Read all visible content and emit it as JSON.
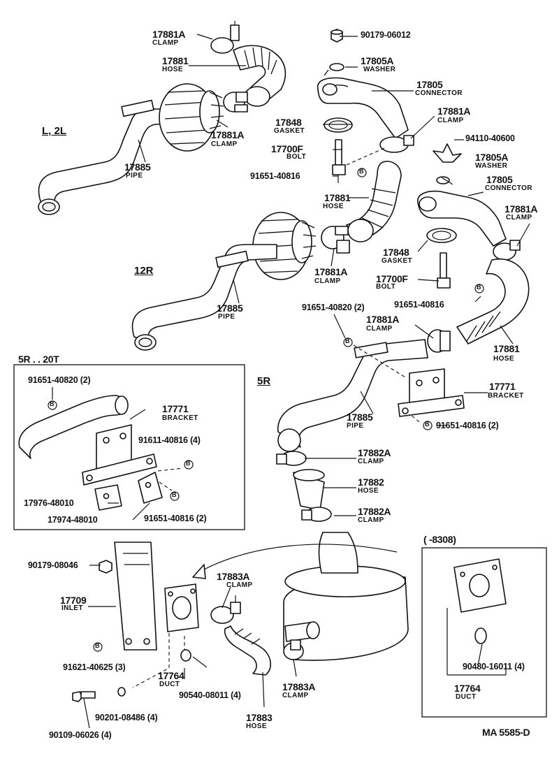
{
  "sections": {
    "l2l": "L, 2L",
    "r12": "12R",
    "r5": "5R",
    "r5_20t": "5R . . 20T",
    "upto_8308": "(      -8308)"
  },
  "callouts": [
    {
      "id": "c1",
      "part": "17881A",
      "name": "CLAMP"
    },
    {
      "id": "c2",
      "part": "17881",
      "name": "HOSE"
    },
    {
      "id": "c3",
      "part": "90179-06012",
      "name": ""
    },
    {
      "id": "c4",
      "part": "17805A",
      "name": "WASHER"
    },
    {
      "id": "c5",
      "part": "17805",
      "name": "CONNECTOR"
    },
    {
      "id": "c6",
      "part": "17881A",
      "name": "CLAMP"
    },
    {
      "id": "c7",
      "part": "17848",
      "name": "GASKET"
    },
    {
      "id": "c8",
      "part": "17881A",
      "name": "CLAMP"
    },
    {
      "id": "c9",
      "part": "17700F",
      "name": "BOLT"
    },
    {
      "id": "c10",
      "part": "94110-40600",
      "name": ""
    },
    {
      "id": "c11",
      "part": "17885",
      "name": "PIPE"
    },
    {
      "id": "c12",
      "part": "91651-40816",
      "name": ""
    },
    {
      "id": "c13",
      "part": "17805A",
      "name": "WASHER"
    },
    {
      "id": "c14",
      "part": "17805",
      "name": "CONNECTOR"
    },
    {
      "id": "c15",
      "part": "17881",
      "name": "HOSE"
    },
    {
      "id": "c16",
      "part": "17881A",
      "name": "CLAMP"
    },
    {
      "id": "c17",
      "part": "17848",
      "name": "GASKET"
    },
    {
      "id": "c18",
      "part": "17881A",
      "name": "CLAMP"
    },
    {
      "id": "c19",
      "part": "17700F",
      "name": "BOLT"
    },
    {
      "id": "c20",
      "part": "91651-40816",
      "name": ""
    },
    {
      "id": "c21",
      "part": "17885",
      "name": "PIPE"
    },
    {
      "id": "c22",
      "part": "91651-40820 (2)",
      "name": ""
    },
    {
      "id": "c23",
      "part": "17881A",
      "name": "CLAMP"
    },
    {
      "id": "c24",
      "part": "17881",
      "name": "HOSE"
    },
    {
      "id": "c25",
      "part": "91651-40820 (2)",
      "name": ""
    },
    {
      "id": "c26",
      "part": "17771",
      "name": "BRACKET"
    },
    {
      "id": "c27",
      "part": "91611-40816 (4)",
      "name": ""
    },
    {
      "id": "c28",
      "part": "17976-48010",
      "name": ""
    },
    {
      "id": "c29",
      "part": "17974-48010",
      "name": ""
    },
    {
      "id": "c30",
      "part": "91651-40816 (2)",
      "name": ""
    },
    {
      "id": "c31",
      "part": "17771",
      "name": "BRACKET"
    },
    {
      "id": "c32",
      "part": "17885",
      "name": "PIPE"
    },
    {
      "id": "c33",
      "part": "91651-40816 (2)",
      "name": ""
    },
    {
      "id": "c34",
      "part": "17882A",
      "name": "CLAMP"
    },
    {
      "id": "c35",
      "part": "17882",
      "name": "HOSE"
    },
    {
      "id": "c36",
      "part": "17882A",
      "name": "CLAMP"
    },
    {
      "id": "c37",
      "part": "90179-08046",
      "name": ""
    },
    {
      "id": "c38",
      "part": "17709",
      "name": "INLET"
    },
    {
      "id": "c39",
      "part": "17883A",
      "name": "CLAMP"
    },
    {
      "id": "c40",
      "part": "91621-40625 (3)",
      "name": ""
    },
    {
      "id": "c41",
      "part": "17764",
      "name": "DUCT"
    },
    {
      "id": "c42",
      "part": "90540-08011 (4)",
      "name": ""
    },
    {
      "id": "c43",
      "part": "17883A",
      "name": "CLAMP"
    },
    {
      "id": "c44",
      "part": "90201-08486 (4)",
      "name": ""
    },
    {
      "id": "c45",
      "part": "17883",
      "name": "HOSE"
    },
    {
      "id": "c46",
      "part": "90109-06026 (4)",
      "name": ""
    },
    {
      "id": "c47",
      "part": "90480-16011 (4)",
      "name": ""
    },
    {
      "id": "c48",
      "part": "17764",
      "name": "DUCT"
    }
  ],
  "ref_marker": "B",
  "drawing_code": "MA  5585-D"
}
